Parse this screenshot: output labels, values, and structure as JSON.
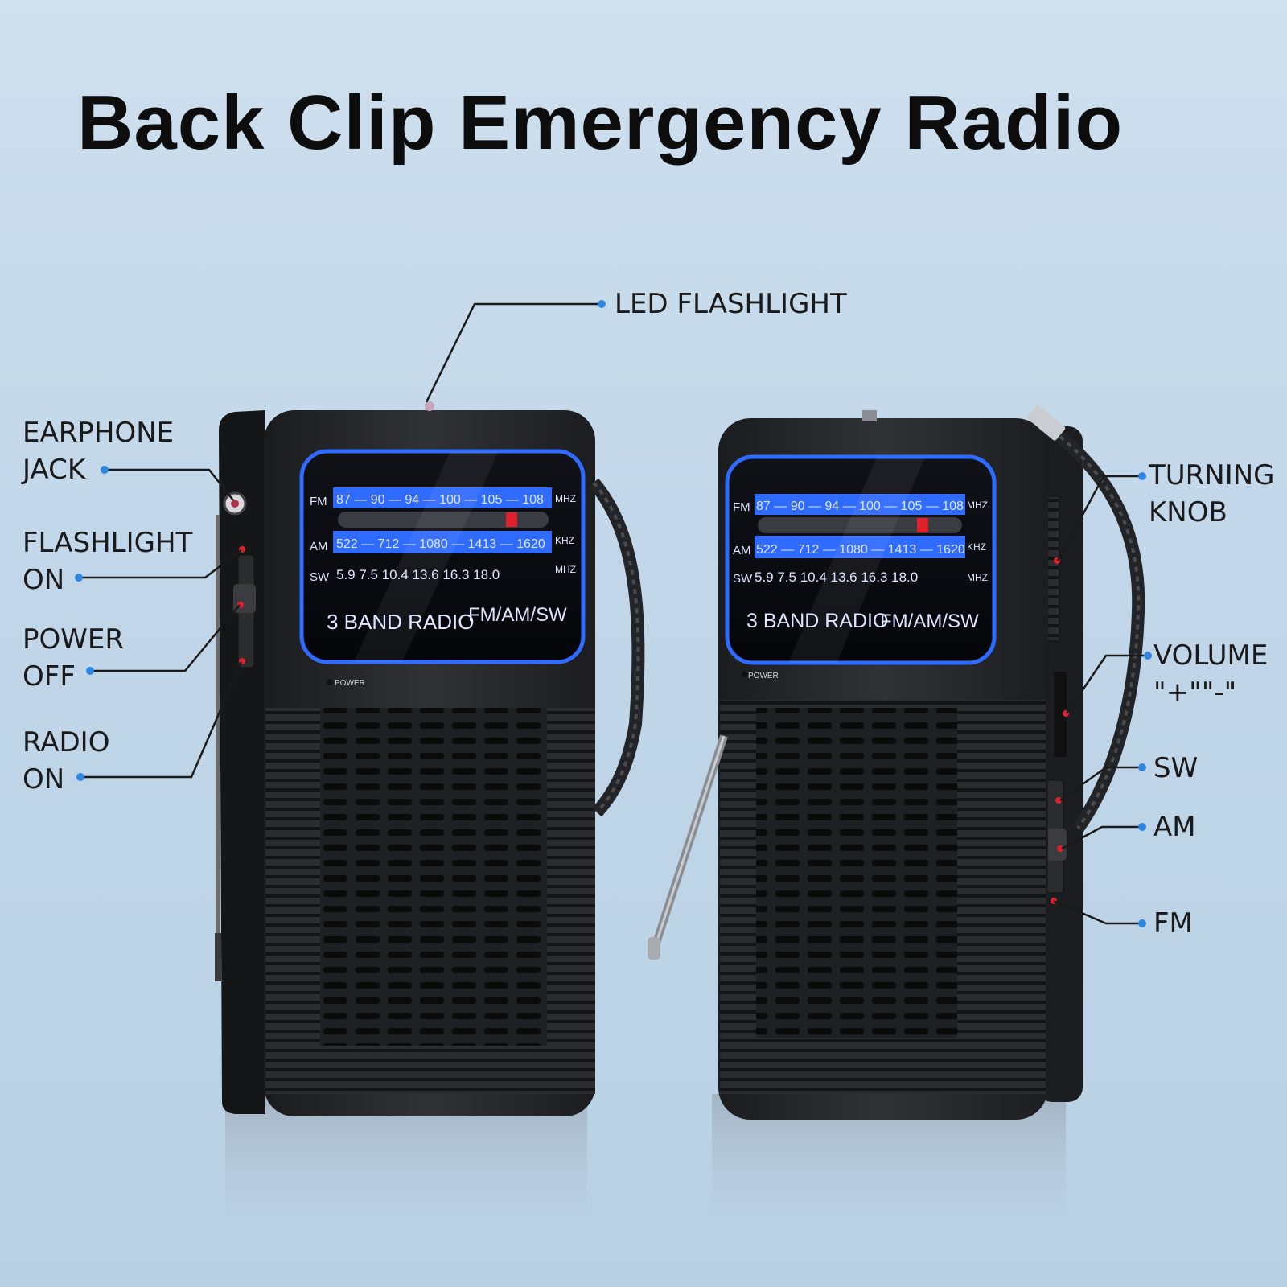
{
  "title": "Back Clip Emergency Radio",
  "callouts": {
    "led_flashlight": [
      "LED FLASHLIGHT"
    ],
    "earphone_jack": [
      "EARPHONE",
      "JACK"
    ],
    "flashlight_on": [
      "FLASHLIGHT",
      "ON"
    ],
    "power_off": [
      "POWER",
      "OFF"
    ],
    "radio_on": [
      "RADIO",
      "ON"
    ],
    "turning_knob": [
      "TURNING",
      "KNOB"
    ],
    "volume": [
      "VOLUME",
      "\"+\"\"-\""
    ],
    "sw": [
      "SW"
    ],
    "am": [
      "AM"
    ],
    "fm": [
      "FM"
    ]
  },
  "dial": {
    "fm_label": "FM",
    "fm_scale": "87 — 90 — 94 — 100 — 105 — 108",
    "fm_unit": "MHZ",
    "am_label": "AM",
    "am_scale": "522 — 712 — 1080 — 1413 — 1620",
    "am_unit": "KHZ",
    "sw_label": "SW",
    "sw_scale": "5.9   7.5   10.4   13.6   16.3   18.0",
    "sw_unit": "MHZ",
    "model": "3 BAND RADIO",
    "bands": "FM/AM/SW"
  },
  "power_label": "POWER",
  "colors": {
    "dial_blue": "#2f6bff",
    "body": "#2a2c2f",
    "callout_dot": "#2f86e0",
    "indicator_red": "#e0202a"
  }
}
